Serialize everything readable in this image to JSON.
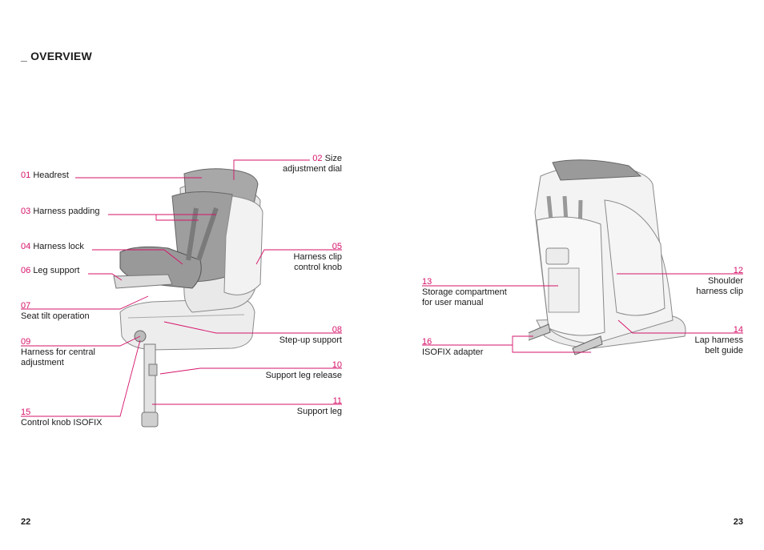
{
  "title": "_ OVERVIEW",
  "colors": {
    "accent": "#d6136a"
  },
  "left": {
    "labels": [
      {
        "num": "01",
        "text": "Headrest"
      },
      {
        "num": "02",
        "text": "Size",
        "text2": "adjustment dial"
      },
      {
        "num": "03",
        "text": "Harness padding"
      },
      {
        "num": "04",
        "text": "Harness lock"
      },
      {
        "num": "05",
        "text2": "Harness clip",
        "text3": "control knob"
      },
      {
        "num": "06",
        "text": "Leg support"
      },
      {
        "num": "07",
        "text2": "Seat tilt operation"
      },
      {
        "num": "08",
        "text2": "Step-up support"
      },
      {
        "num": "09",
        "text2": "Harness for central",
        "text3": "adjustment"
      },
      {
        "num": "10",
        "text2": "Support leg release"
      },
      {
        "num": "11",
        "text2": "Support leg"
      },
      {
        "num": "15",
        "text2": "Control knob ISOFIX"
      }
    ]
  },
  "right": {
    "labels": [
      {
        "num": "12",
        "text2": "Shoulder",
        "text3": "harness clip"
      },
      {
        "num": "13",
        "text2": "Storage compartment",
        "text3": "for user manual"
      },
      {
        "num": "14",
        "text2": "Lap harness",
        "text3": "belt guide"
      },
      {
        "num": "16",
        "text2": "ISOFIX adapter"
      }
    ]
  },
  "page_numbers": {
    "left": "22",
    "right": "23"
  }
}
